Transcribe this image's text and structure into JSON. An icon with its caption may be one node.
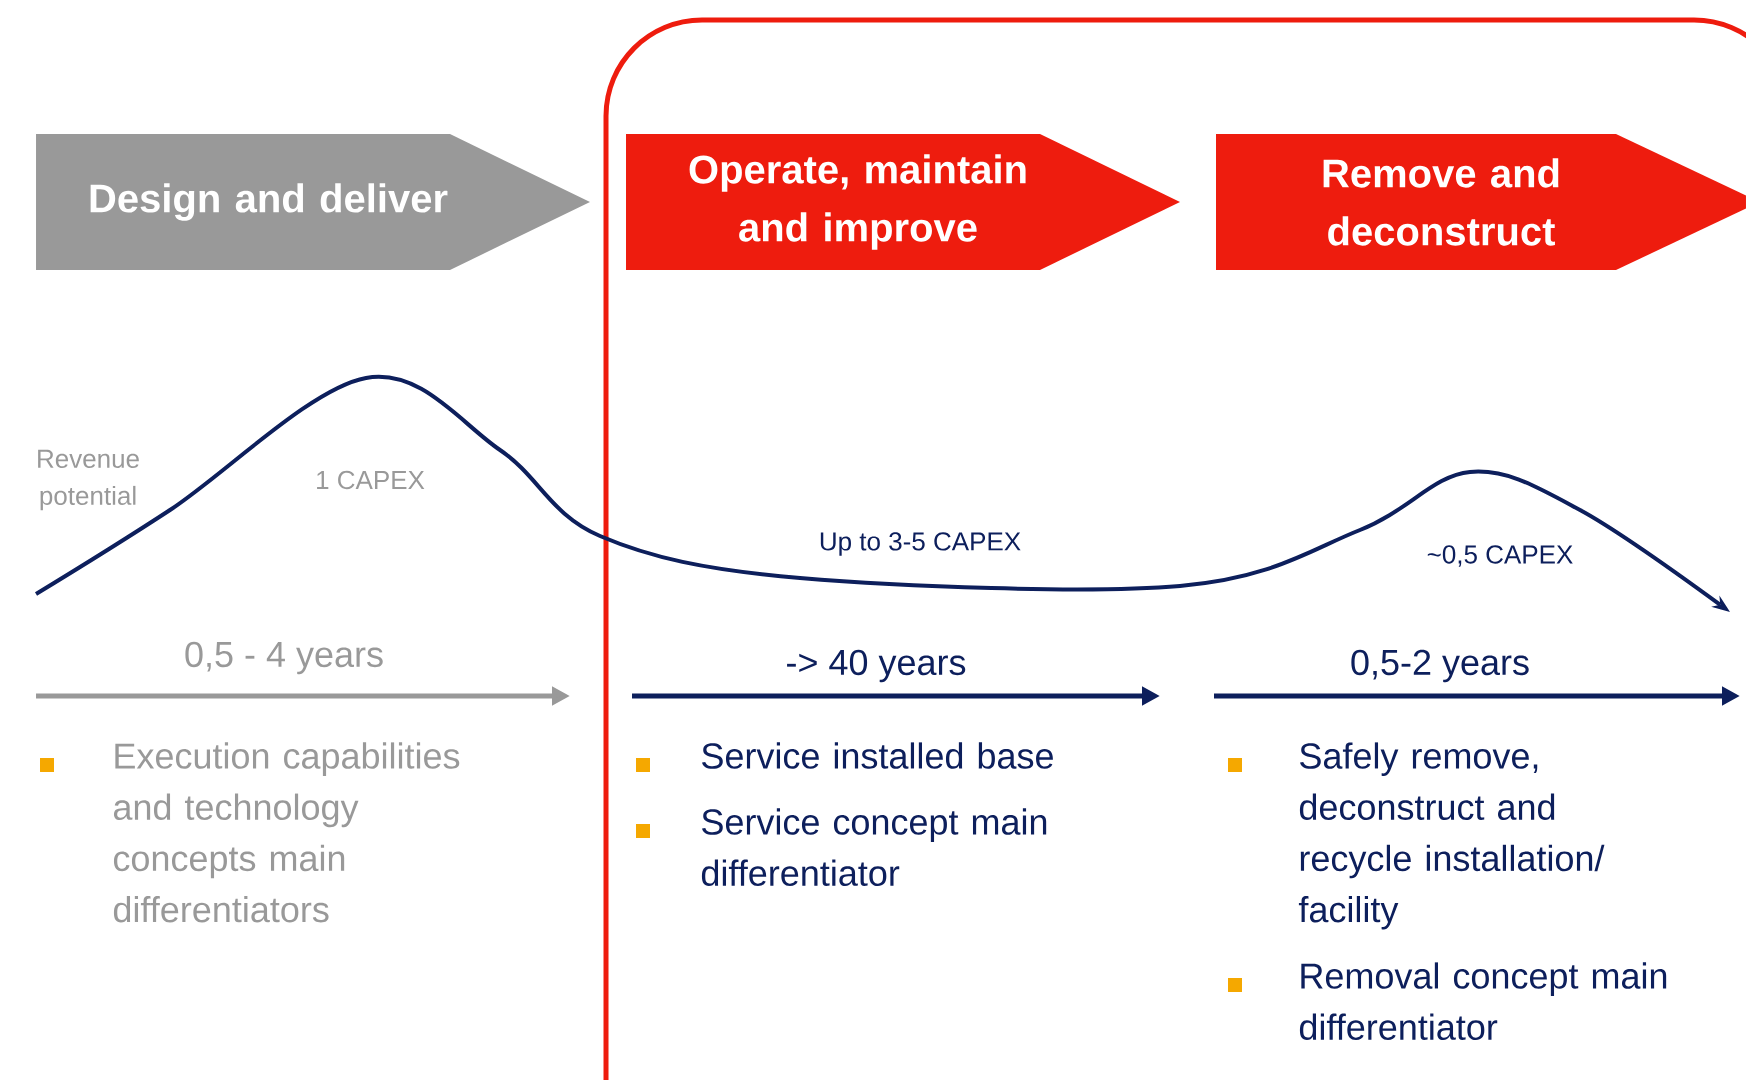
{
  "diagram": {
    "nodes": [
      {
        "text": [
          "Design and deliver"
        ]
      },
      {
        "text": [
          "Operate, maintain and improve"
        ]
      },
      {
        "text": [
          "Remove and deconstruct"
        ]
      }
    ],
    "labels": [
      "Revenue potential",
      "1 CAPEX",
      "Up to 3-5 CAPEX",
      "~0,5 CAPEX",
      "0,5 - 4 years",
      "-> 40 years",
      "0,5-2 years",
      "Execution capabilities and technology concepts main differentiators",
      "Service installed base",
      "Service concept main differentiator",
      "Safely remove, deconstruct and recycle installation/ facility",
      "Removal concept main differentiator"
    ]
  }
}
